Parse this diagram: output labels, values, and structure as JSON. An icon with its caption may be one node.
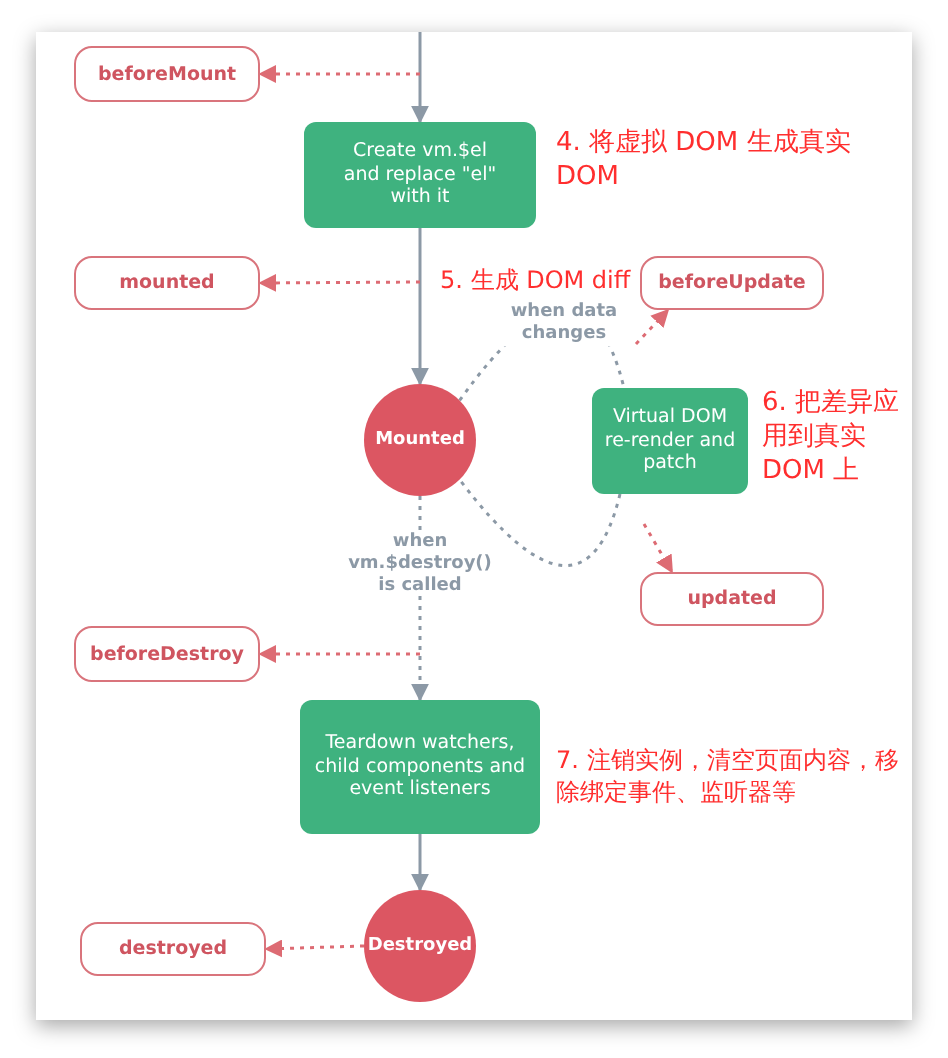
{
  "diagram": {
    "nodes": [
      {
        "text": [
          "beforeMount"
        ]
      },
      {
        "text": [
          "Create vm.$el and replace \"el\" with it"
        ],
        "beside": [
          "4. 将虚拟 DOM 生成真实 DOM"
        ]
      },
      {
        "text": [
          "mounted"
        ]
      },
      {
        "text": [
          "beforeUpdate"
        ]
      },
      {
        "text": [
          "Mounted"
        ]
      },
      {
        "text": [
          "Virtual DOM re-render and patch"
        ],
        "beside": [
          "6. 把差异应用到真实 DOM 上"
        ]
      },
      {
        "text": [
          "updated"
        ]
      },
      {
        "text": [
          "beforeDestroy"
        ]
      },
      {
        "text": [
          "Teardown watchers, child components and event listeners"
        ],
        "beside": [
          "7. 注销实例，清空页面内容，移除绑定事件、监听器等"
        ]
      },
      {
        "text": [
          "destroyed"
        ]
      },
      {
        "text": [
          "Destroyed"
        ]
      }
    ],
    "edges": [
      {
        "from": null,
        "to": 1,
        "arrow": "to"
      },
      {
        "from": null,
        "to": 0,
        "arrow": "to",
        "style": "dashed",
        "color": "#dd6b73"
      },
      {
        "from": 1,
        "to": 4,
        "arrow": "to"
      },
      {
        "from": null,
        "to": 2,
        "arrow": "to",
        "style": "dashed",
        "color": "#dd6b73"
      },
      {
        "from": 4,
        "to": 5,
        "arrow": "none",
        "style": "dashed",
        "label": "when data changes"
      },
      {
        "from": 5,
        "to": 4,
        "arrow": "none",
        "style": "dashed"
      },
      {
        "from": null,
        "to": 3,
        "arrow": "to",
        "style": "dashed",
        "color": "#dd6b73"
      },
      {
        "from": null,
        "to": 6,
        "arrow": "to",
        "style": "dashed",
        "color": "#dd6b73"
      },
      {
        "from": 4,
        "to": 8,
        "arrow": "to",
        "style": "dashed",
        "label": "when vm.$destroy() is called"
      },
      {
        "from": null,
        "to": 7,
        "arrow": "to",
        "style": "dashed",
        "color": "#dd6b73"
      },
      {
        "from": 8,
        "to": 10,
        "arrow": "to"
      },
      {
        "from": 10,
        "to": 9,
        "arrow": "to",
        "style": "dashed",
        "color": "#dd6b73"
      }
    ],
    "labels": [
      "5. 生成 DOM diff"
    ]
  }
}
